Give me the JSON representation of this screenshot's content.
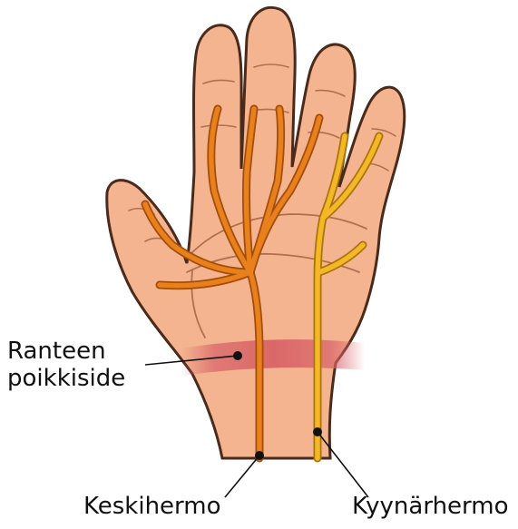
{
  "labels": {
    "ligament_line1": "Ranteen",
    "ligament_line2": "poikkiside",
    "median_nerve": "Keskihermo",
    "ulnar_nerve": "Kyynärhermo"
  },
  "colors": {
    "skin": "#f4b48f",
    "skin_outline": "#4a2a1a",
    "crease": "#b07050",
    "median_nerve": "#e8801c",
    "median_nerve_dark": "#a24d0a",
    "ulnar_nerve": "#f3b727",
    "ulnar_nerve_dark": "#a77508",
    "ligament": "#d9666b",
    "leader": "#111111"
  }
}
